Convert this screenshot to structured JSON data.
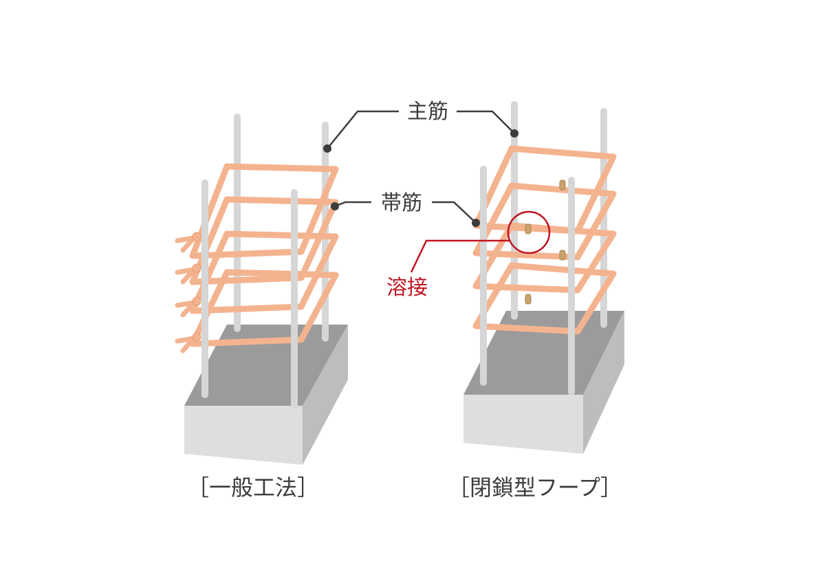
{
  "labels": {
    "main_rebar": "主筋",
    "hoop": "帯筋",
    "weld": "溶接"
  },
  "captions": {
    "left": "［一般工法］",
    "right": "［閉鎖型フープ］"
  },
  "colors": {
    "rebar": "#f4b38f",
    "rebar_edge": "#e79a73",
    "vertical_bar": "#d6d6d6",
    "concrete_top": "#9b9b9b",
    "concrete_front": "#dedede",
    "concrete_side": "#bdbdbd",
    "leader": "#3c3c3c",
    "weld_accent": "#c0121f",
    "weld_point": "#c9a36b"
  }
}
